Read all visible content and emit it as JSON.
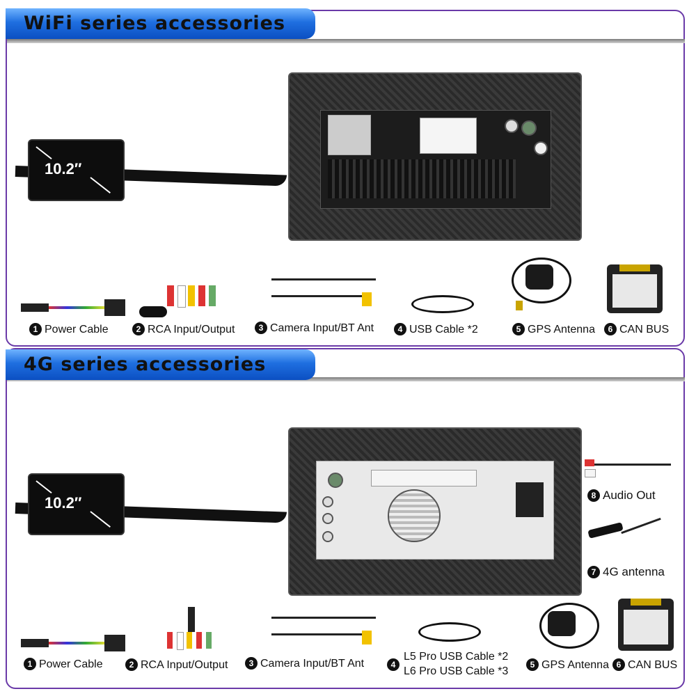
{
  "sections": {
    "wifi": {
      "title": "WiFi series accessories",
      "screen_size": "10.2″",
      "items": [
        {
          "num": "1",
          "label": "Power Cable"
        },
        {
          "num": "2",
          "label": "RCA Input/Output"
        },
        {
          "num": "3",
          "label": "Camera Input/BT Ant"
        },
        {
          "num": "4",
          "label": "USB Cable *2"
        },
        {
          "num": "5",
          "label": "GPS Antenna"
        },
        {
          "num": "6",
          "label": "CAN BUS"
        }
      ]
    },
    "g4": {
      "title": "4G series accessories",
      "screen_size": "10.2″",
      "items": [
        {
          "num": "1",
          "label": "Power Cable"
        },
        {
          "num": "2",
          "label": "RCA Input/Output"
        },
        {
          "num": "3",
          "label": "Camera Input/BT Ant"
        },
        {
          "num": "4",
          "label": "L5 Pro USB Cable *2",
          "label2": "L6 Pro USB Cable *3"
        },
        {
          "num": "5",
          "label": "GPS Antenna"
        },
        {
          "num": "6",
          "label": "CAN BUS"
        },
        {
          "num": "7",
          "label": "4G antenna"
        },
        {
          "num": "8",
          "label": "Audio Out"
        }
      ]
    }
  },
  "colors": {
    "frame": "#6a3aa8",
    "banner": "#1f6fe0",
    "accent_yellow": "#f2c200"
  }
}
